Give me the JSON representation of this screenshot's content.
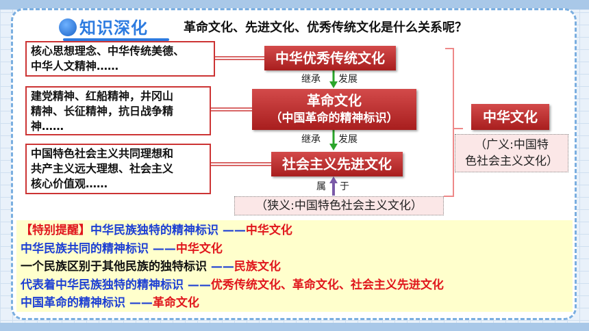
{
  "header": {
    "section_title": "知识深化",
    "question": "革命文化、先进文化、优秀传统文化是什么关系呢？"
  },
  "notes": [
    {
      "lines": [
        "核心思想理念、中华传统美德、",
        "中华人文精神……"
      ]
    },
    {
      "lines": [
        "建党精神、红船精神，井冈山",
        "精神、长征精神，抗日战争精",
        "神……"
      ]
    },
    {
      "lines": [
        "中国特色社会主义共同理想和",
        "共产主义远大理想、社会主义",
        "核心价值观……"
      ]
    }
  ],
  "flow": {
    "traditional": "中华优秀传统文化",
    "revolutionary_title": "革命文化",
    "revolutionary_sub": "（中国革命的精神标识）",
    "socialist": "社会主义先进文化",
    "link1": {
      "left": "继承",
      "right": "发展"
    },
    "link2": {
      "left": "继承",
      "right": "发展"
    },
    "link3": {
      "left": "属",
      "right": "于"
    },
    "narrow": "（狭义:中国特色社会主义文化）",
    "chinese_culture": "中华文化",
    "broad_lines": [
      "（广义:中国特",
      "色社会主义文化）"
    ]
  },
  "reminder": {
    "rows": [
      {
        "prefix": "【特别提醒】",
        "text": "中华民族独特的精神标识",
        "dash": " ——",
        "result": "中华文化"
      },
      {
        "prefix": "",
        "text": "中华民族共同的精神标识",
        "dash": " ——",
        "result": "中华文化"
      },
      {
        "prefix": "",
        "text": "一个民族区别于其他民族的独特标识",
        "dash": " ——",
        "result": "民族文化"
      },
      {
        "prefix": "",
        "text": "代表着中华民族独特的精神标识",
        "dash": " ——",
        "result": "优秀传统文化、革命文化、社会主义先进文化"
      },
      {
        "prefix": "",
        "text": "中国革命的精神标识",
        "dash": " ——",
        "result": "革命文化"
      }
    ]
  },
  "colors": {
    "red_box": "#b72a2a",
    "note_border": "#cc3333",
    "arrow_green": "#2aa52a",
    "arrow_purple": "#7a5aa8",
    "title_blue": "#2c7be0",
    "reminder_bg": "#ffffcc"
  }
}
